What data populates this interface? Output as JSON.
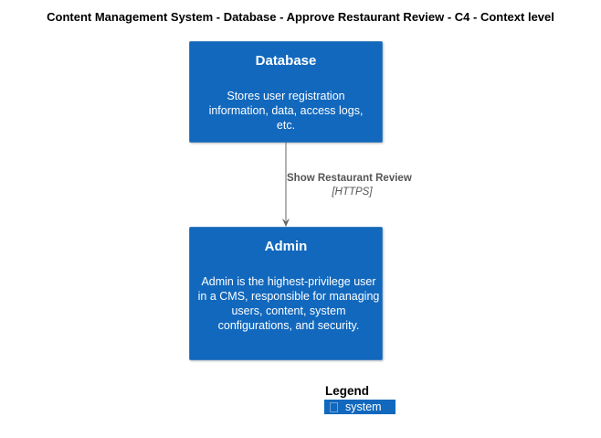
{
  "title": "Content Management System - Database - Approve Restaurant Review - C4 - Context level",
  "nodes": {
    "database": {
      "name": "Database",
      "description": "Stores user registration information, data, access logs, etc."
    },
    "admin": {
      "name": "Admin",
      "description": "Admin is the highest-privilege user in a CMS, responsible for managing users, content, system configurations, and security."
    }
  },
  "relationship": {
    "from": "Database",
    "to": "Admin",
    "label": "Show Restaurant Review",
    "technology": "[HTTPS]"
  },
  "legend": {
    "title": "Legend",
    "items": [
      {
        "label": "system",
        "color": "#1168bd"
      }
    ]
  },
  "colors": {
    "system_fill": "#1168bd",
    "arrow": "#666666"
  }
}
